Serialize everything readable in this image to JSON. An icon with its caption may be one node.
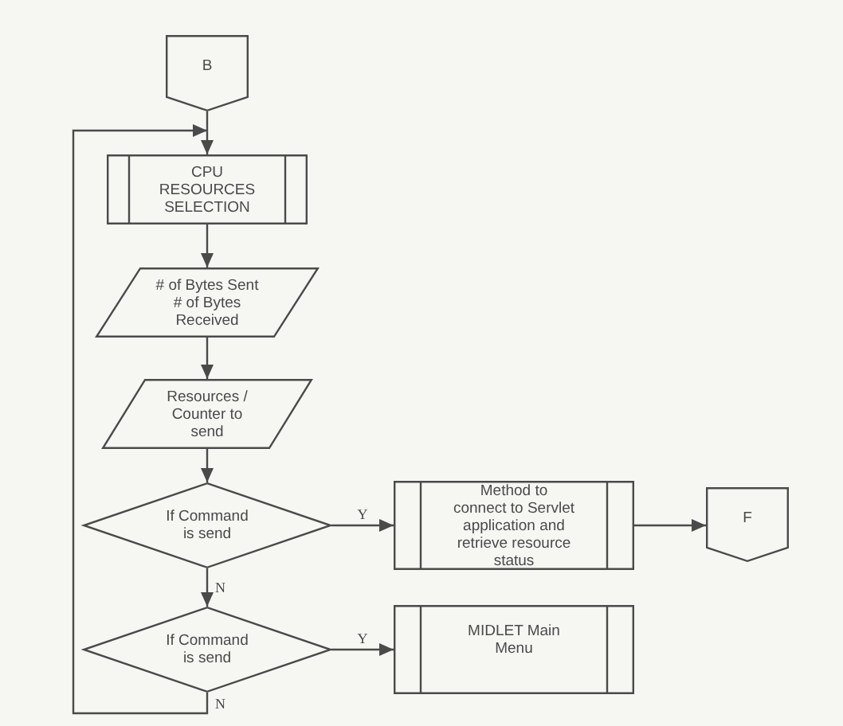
{
  "diagram": {
    "nodes": [
      {
        "text": [
          "B"
        ]
      },
      {
        "text": [
          "CPU RESOURCES SELECTION"
        ]
      },
      {
        "text": [
          "# of Bytes Sent",
          "# of Bytes Received"
        ]
      },
      {
        "text": [
          "Resources / Counter to send"
        ]
      },
      {
        "text": [
          "If Command is send"
        ]
      },
      {
        "text": [
          "Method to connect to Servlet application and retrieve resource status"
        ]
      },
      {
        "text": [
          "F"
        ]
      },
      {
        "text": [
          "If Command is send"
        ]
      },
      {
        "text": [
          "MIDLET Main Menu"
        ]
      }
    ],
    "edges": [
      {
        "from": 0,
        "to": 1,
        "arrow": "to"
      },
      {
        "from": 1,
        "to": 2,
        "arrow": "to"
      },
      {
        "from": 2,
        "to": 3,
        "arrow": "to"
      },
      {
        "from": 3,
        "to": 4,
        "arrow": "to"
      },
      {
        "from": 4,
        "to": 5,
        "arrow": "to",
        "label": "Y"
      },
      {
        "from": 5,
        "to": 6,
        "arrow": "to"
      },
      {
        "from": 4,
        "to": 7,
        "arrow": "to",
        "label": "N"
      },
      {
        "from": 7,
        "to": 8,
        "arrow": "to",
        "label": "Y"
      },
      {
        "from": 7,
        "to": 1,
        "arrow": "to",
        "label": "N"
      }
    ]
  }
}
